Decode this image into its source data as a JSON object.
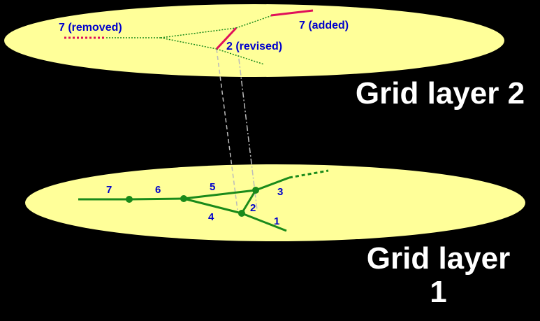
{
  "colors": {
    "background": "#000000",
    "ellipse_fill": "#ffff99",
    "network_green": "#1a8a1a",
    "highlight_red": "#e0105a",
    "label_blue": "#0000cc",
    "title_white": "#ffffff"
  },
  "layer2": {
    "title": "Grid layer 2",
    "labels": {
      "removed": "7 (removed)",
      "added": "7 (added)",
      "revised": "2 (revised)"
    }
  },
  "layer1": {
    "title_line1": "Grid layer",
    "title_line2": "1",
    "segment_labels": {
      "s1": "1",
      "s2": "2",
      "s3": "3",
      "s4": "4",
      "s5": "5",
      "s6": "6",
      "s7": "7"
    }
  }
}
